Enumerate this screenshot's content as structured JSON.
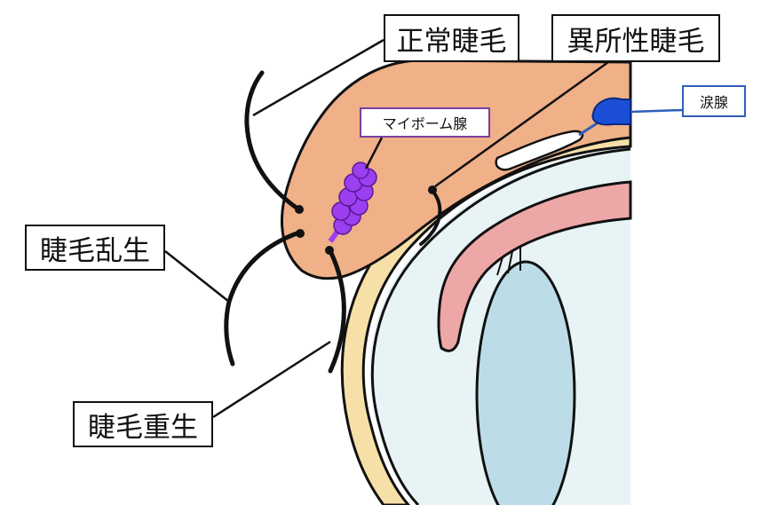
{
  "labels": {
    "normal_eyelash": "正常睫毛",
    "ectopic_eyelash": "異所性睫毛",
    "trichiasis": "睫毛乱生",
    "distichiasis": "睫毛重生",
    "meibomian_gland": "マイボーム腺",
    "lacrimal_gland": "涙腺"
  },
  "colors": {
    "eyelid_skin": "#f0b088",
    "sclera_band": "#f7e0a8",
    "eyeball": "#e8f3f6",
    "lens": "#bcdde8",
    "conjunctiva": "#eea7a7",
    "meibomian": "#9b3ff0",
    "lacrimal": "#1a4fd6",
    "outline": "#111111"
  }
}
